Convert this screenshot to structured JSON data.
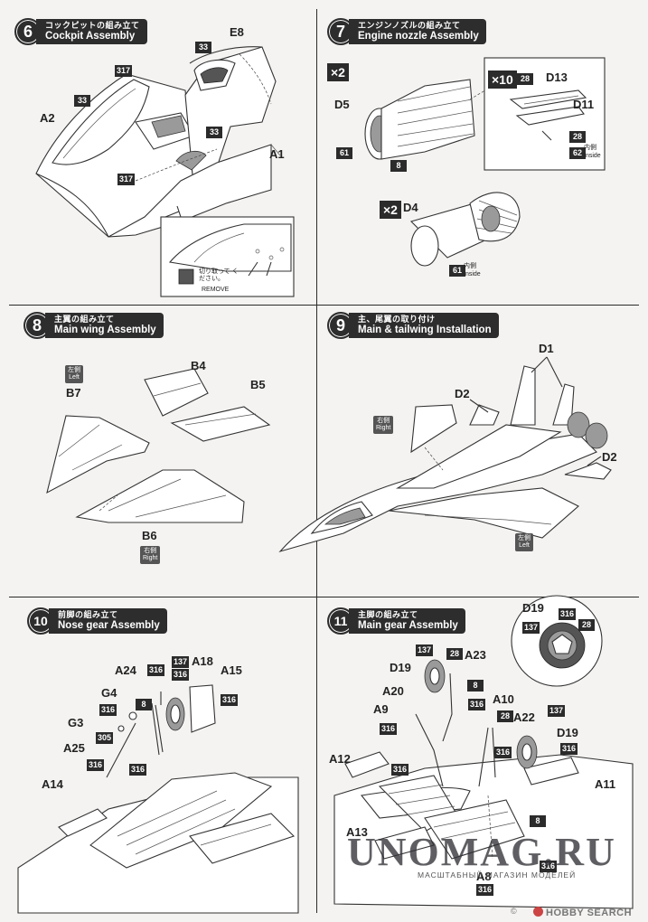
{
  "steps": [
    {
      "num": "6",
      "jp": "コックピットの組み立て",
      "en": "Cockpit Assembly"
    },
    {
      "num": "7",
      "jp": "エンジンノズルの組み立て",
      "en": "Engine nozzle Assembly"
    },
    {
      "num": "8",
      "jp": "主翼の組み立て",
      "en": "Main wing Assembly"
    },
    {
      "num": "9",
      "jp": "主、尾翼の取り付け",
      "en": "Main & tailwing Installation"
    },
    {
      "num": "10",
      "jp": "前脚の組み立て",
      "en": "Nose gear Assembly"
    },
    {
      "num": "11",
      "jp": "主脚の組み立て",
      "en": "Main gear Assembly"
    }
  ],
  "s6": {
    "labels": {
      "e8": "E8",
      "a2": "A2",
      "a1": "A1"
    },
    "pills": {
      "p33a": "33",
      "p317a": "317",
      "p33b": "33",
      "p33c": "33",
      "p317b": "317"
    },
    "remove_jp": "切り取って ください。",
    "remove_en": "REMOVE"
  },
  "s7": {
    "mult_a": "×2",
    "mult_b": "×10",
    "mult_c": "×2",
    "labels": {
      "d5": "D5",
      "d13": "D13",
      "d11": "D11",
      "d4": "D4"
    },
    "pills": {
      "p61a": "61",
      "p8": "8",
      "p28a": "28",
      "p28b": "28",
      "p62": "62",
      "p61b": "61"
    },
    "inside_jp": "内側",
    "inside_en": "Inside",
    "inside2_jp": "内側",
    "inside2_en": "Inside"
  },
  "s8": {
    "labels": {
      "b4": "B4",
      "b5": "B5",
      "b7": "B7",
      "b6": "B6"
    },
    "left_jp": "左側",
    "left_en": "Left",
    "right_jp": "右側",
    "right_en": "Right"
  },
  "s9": {
    "labels": {
      "d1": "D1",
      "d2a": "D2",
      "d2b": "D2"
    },
    "right_jp": "右側",
    "right_en": "Right",
    "left_jp": "左側",
    "left_en": "Left"
  },
  "s10": {
    "labels": {
      "a24": "A24",
      "a18": "A18",
      "a15": "A15",
      "g4": "G4",
      "g3": "G3",
      "a25": "A25",
      "a14": "A14"
    },
    "pills": {
      "p316a": "316",
      "p137": "137",
      "p316b": "316",
      "p316c": "316",
      "p8": "8",
      "p316d": "316",
      "p305": "305",
      "p316e": "316",
      "p316f": "316"
    }
  },
  "s11": {
    "labels": {
      "d19a": "D19",
      "a23": "A23",
      "a20": "A20",
      "a9": "A9",
      "a10": "A10",
      "a22": "A22",
      "d19b": "D19",
      "a12": "A12",
      "a11": "A11",
      "a13": "A13",
      "a8": "A8",
      "d19c": "D19"
    },
    "pills": {
      "p137a": "137",
      "p28a": "28",
      "p8a": "8",
      "p316a": "316",
      "p316b": "316",
      "p28b": "28",
      "p137b": "137",
      "p316c": "316",
      "p316d": "316",
      "p316e": "316",
      "p8b": "8",
      "p316f": "316",
      "p316g": "316",
      "p137c": "137",
      "p316h": "316",
      "p28c": "28"
    }
  },
  "watermark": {
    "main": "UNOMAG.RU",
    "sub": "МАСШТАБНЫЙ МАГАЗИН МОДЕЛЕЙ"
  },
  "footer": {
    "brand": "HOBBY SEARCH",
    "copy": "©"
  }
}
